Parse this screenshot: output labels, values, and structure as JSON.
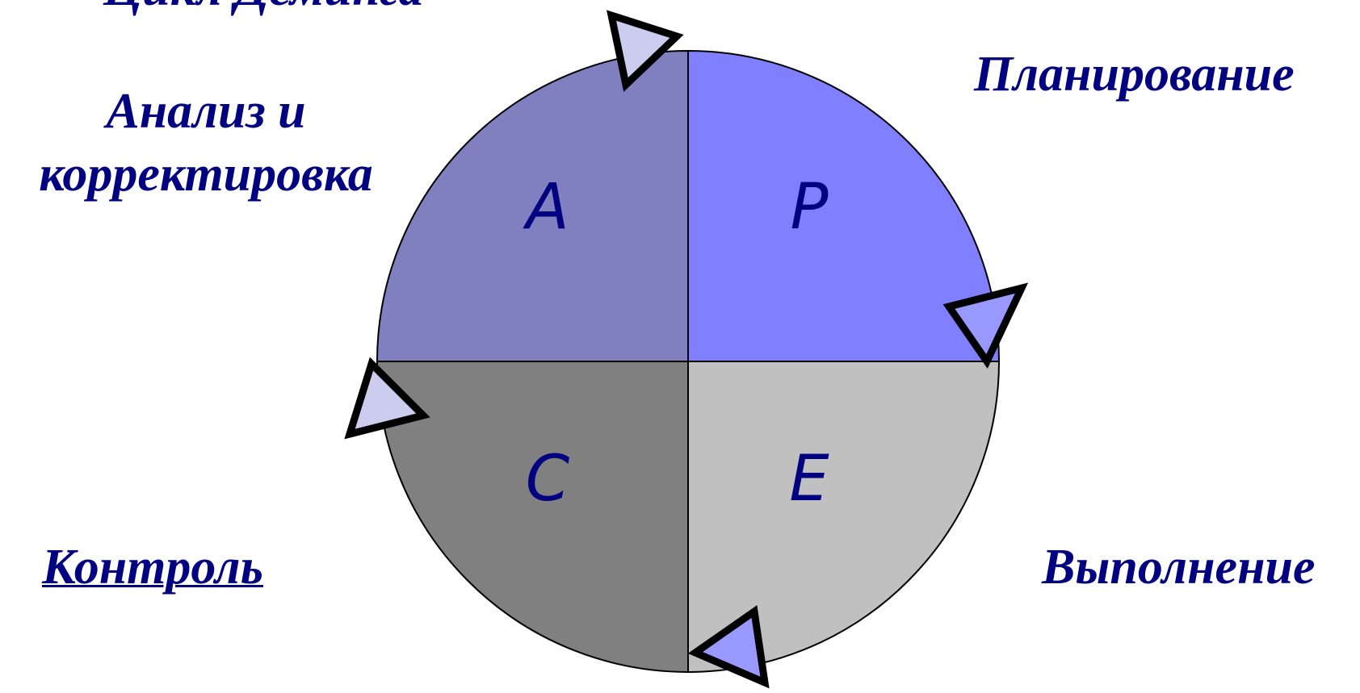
{
  "title": "Цикл Деминга",
  "quadrants": {
    "p": {
      "letter": "P",
      "caption": "Планирование",
      "color": "#8080ff"
    },
    "e": {
      "letter": "E",
      "caption": "Выполнение",
      "color": "#c0c0c0"
    },
    "c": {
      "letter": "C",
      "caption": "Контроль",
      "color": "#808080"
    },
    "a": {
      "letter": "A",
      "caption_line1": "Анализ и",
      "caption_line2": "корректировка",
      "color": "#8080c0"
    }
  },
  "arrows": {
    "fill_light": "#ccccee",
    "fill_blue": "#9999ff",
    "stroke": "#000000"
  },
  "text_color": "#000080"
}
